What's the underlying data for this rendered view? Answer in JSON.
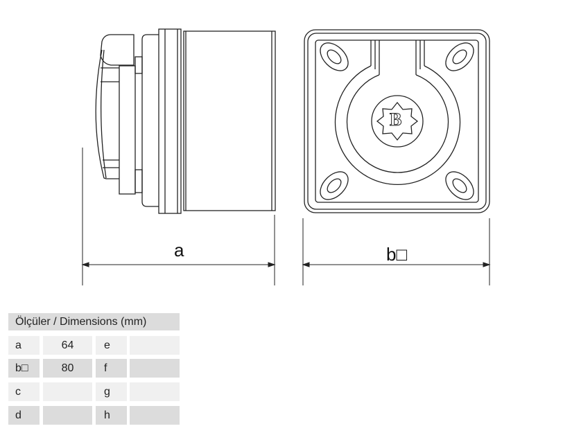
{
  "drawing": {
    "side_view_label": "a",
    "front_view_label": "b□",
    "logo_letter": "B"
  },
  "table": {
    "title": "Ölçüler / Dimensions (mm)",
    "rows": [
      {
        "k1": "a",
        "v1": "64",
        "k2": "e",
        "v2": ""
      },
      {
        "k1": "b□",
        "v1": "80",
        "k2": "f",
        "v2": ""
      },
      {
        "k1": "c",
        "v1": "",
        "k2": "g",
        "v2": ""
      },
      {
        "k1": "d",
        "v1": "",
        "k2": "h",
        "v2": ""
      }
    ]
  }
}
